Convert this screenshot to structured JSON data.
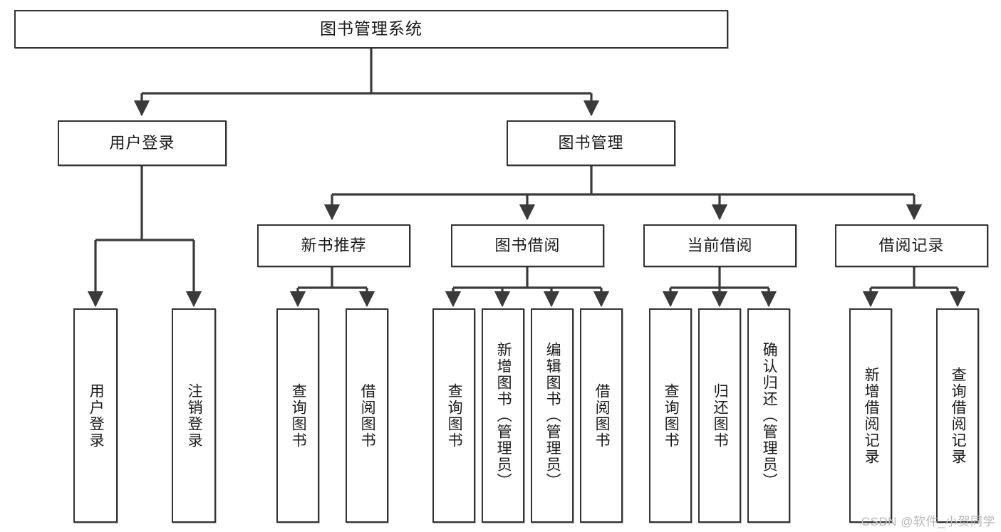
{
  "diagram": {
    "title": "图书管理系统",
    "type": "hierarchy-tree",
    "watermark": "CSDN @软件_小贺同学",
    "colors": {
      "box_border": "#333333",
      "box_fill": "#ffffff",
      "line": "#3a3a3a",
      "text": "#1a1a1a",
      "watermark": "#b9b9b9"
    },
    "levels": {
      "level1": [
        {
          "id": "root",
          "label": "图书管理系统"
        }
      ],
      "level2": [
        {
          "id": "user-login",
          "label": "用户登录"
        },
        {
          "id": "book-manage",
          "label": "图书管理"
        }
      ],
      "level3": [
        {
          "id": "new-book-recommend",
          "label": "新书推荐"
        },
        {
          "id": "book-borrow",
          "label": "图书借阅"
        },
        {
          "id": "current-borrow",
          "label": "当前借阅"
        },
        {
          "id": "borrow-record",
          "label": "借阅记录"
        }
      ],
      "level4": [
        {
          "id": "leaf-user-login",
          "label": "用户登录",
          "parent": "user-login"
        },
        {
          "id": "leaf-logout-login",
          "label": "注销登录",
          "parent": "user-login"
        },
        {
          "id": "leaf-query-book-1",
          "label": "查询图书",
          "parent": "new-book-recommend"
        },
        {
          "id": "leaf-borrow-book-1",
          "label": "借阅图书",
          "parent": "new-book-recommend"
        },
        {
          "id": "leaf-query-book-2",
          "label": "查询图书",
          "parent": "book-borrow"
        },
        {
          "id": "leaf-add-book",
          "label": "新增图书（管理员）",
          "parent": "book-borrow"
        },
        {
          "id": "leaf-edit-book",
          "label": "编辑图书（管理员）",
          "parent": "book-borrow"
        },
        {
          "id": "leaf-borrow-book-2",
          "label": "借阅图书",
          "parent": "book-borrow"
        },
        {
          "id": "leaf-query-book-3",
          "label": "查询图书",
          "parent": "current-borrow"
        },
        {
          "id": "leaf-return-book",
          "label": "归还图书",
          "parent": "current-borrow"
        },
        {
          "id": "leaf-confirm-return",
          "label": "确认归还（管理员）",
          "parent": "current-borrow"
        },
        {
          "id": "leaf-add-record",
          "label": "新增借阅记录",
          "parent": "borrow-record"
        },
        {
          "id": "leaf-query-record",
          "label": "查询借阅记录",
          "parent": "borrow-record"
        }
      ]
    }
  }
}
